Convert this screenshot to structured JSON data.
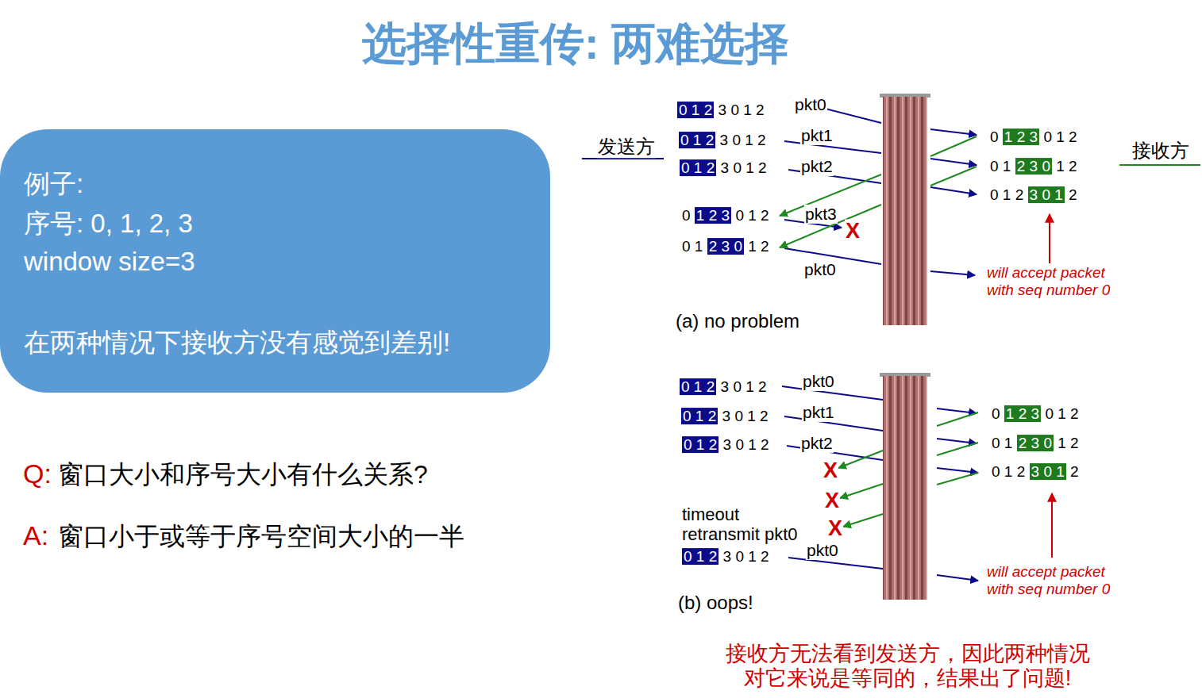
{
  "diagram": {
    "title": "选择性重传: 两难选择",
    "caption": "接收方无法看到发送方，因此两种情况 对它来说是等同的，结果出了问题!",
    "nodes": [
      {
        "text": [
          "例子:",
          "序号: 0, 1, 2, 3",
          "window size=3",
          "在两种情况下接收方没有感觉到差别!"
        ]
      }
    ],
    "labels": [
      "发送方",
      "接收方",
      "0 1 2 3 0 1 2",
      "0 1 2 3 0 1 2",
      "0 1 2 3 0 1 2",
      "0 1 2 3 0 1 2",
      "0 1 2 3 0 1 2",
      "0 1 2 3 0 1 2",
      "0 1 2 3 0 1 2",
      "0 1 2 3 0 1 2",
      "pkt0",
      "pkt1",
      "pkt2",
      "pkt3",
      "pkt0",
      "X",
      "will accept packet with seq number 0",
      "(a) no problem",
      "0 1 2 3 0 1 2",
      "0 1 2 3 0 1 2",
      "0 1 2 3 0 1 2",
      "0 1 2 3 0 1 2",
      "0 1 2 3 0 1 2",
      "0 1 2 3 0 1 2",
      "0 1 2 3 0 1 2",
      "pkt0",
      "pkt1",
      "pkt2",
      "X",
      "X",
      "X",
      "timeout retransmit pkt0",
      "pkt0",
      "will accept packet with seq number 0",
      "(b) oops!",
      "Q:",
      "窗口大小和序号大小有什么关系?",
      "A:",
      "窗口小于或等于序号空间大小的一半"
    ]
  }
}
